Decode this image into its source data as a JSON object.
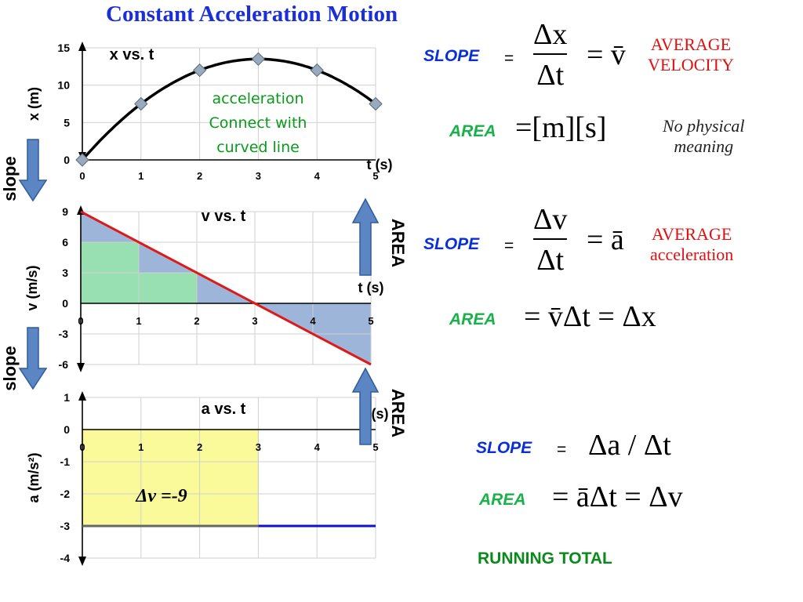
{
  "title": "Constant Acceleration Motion",
  "charts": {
    "x": {
      "axes": {
        "label_x": "t (s)",
        "label_y": "x (m)"
      },
      "title": "x vs. t",
      "annotation": [
        "acceleration",
        "Connect with",
        "curved line"
      ]
    },
    "v": {
      "axes": {
        "label_x": "t (s)",
        "label_y": "v (m/s)"
      },
      "title": "v vs. t"
    },
    "a": {
      "axes": {
        "label_x": "t (s)",
        "label_y": "a (m/s²)"
      },
      "title": "a vs. t",
      "annotation": "Δv =-9"
    }
  },
  "arrows": {
    "slope": "slope",
    "area": "AREA"
  },
  "colors": {
    "curve": "#000000",
    "marker": "#9aaabd",
    "v_line": "#e01818",
    "area_blue": "#9db5d8",
    "area_green": "#98e0b2",
    "area_yellow": "#fafa9a",
    "a_line": "#1010d0",
    "arrow": "#5c85c4",
    "title": "#1a2fd6"
  },
  "chart_data": [
    {
      "type": "line",
      "title": "x vs. t",
      "xlabel": "t (s)",
      "ylabel": "x (m)",
      "xlim": [
        0,
        5
      ],
      "ylim": [
        0,
        15
      ],
      "xticks": [
        "0",
        "1",
        "2",
        "3",
        "4",
        "5"
      ],
      "yticks": [
        "0",
        "5",
        "10",
        "15"
      ],
      "x": [
        0,
        1,
        2,
        3,
        4,
        5
      ],
      "series": [
        {
          "values": [
            0,
            7.5,
            12,
            13.5,
            12,
            7.5
          ]
        }
      ],
      "grid": true
    },
    {
      "type": "line",
      "title": "v vs. t",
      "xlabel": "t (s)",
      "ylabel": "v (m/s)",
      "xlim": [
        0,
        5
      ],
      "ylim": [
        -6,
        9
      ],
      "xticks": [
        "0",
        "1",
        "2",
        "3",
        "4",
        "5"
      ],
      "yticks": [
        "-6",
        "-3",
        "0",
        "3",
        "6",
        "9"
      ],
      "x": [
        0,
        5
      ],
      "series": [
        {
          "values": [
            9,
            -6
          ]
        }
      ],
      "shaded_area": {
        "x_start": 0,
        "x_end": 5
      },
      "highlight_steps": [
        {
          "x_start": 0,
          "x_end": 1,
          "y_top": 6
        },
        {
          "x_start": 1,
          "x_end": 2,
          "y_top": 3
        }
      ],
      "grid": true
    },
    {
      "type": "line",
      "title": "a vs. t",
      "xlabel": "t (s)",
      "ylabel": "a (m/s²)",
      "xlim": [
        0,
        5
      ],
      "ylim": [
        -4,
        1
      ],
      "xticks": [
        "0",
        "1",
        "2",
        "3",
        "4",
        "5"
      ],
      "yticks": [
        "-4",
        "-3",
        "-2",
        "-1",
        "0",
        "1"
      ],
      "x": [
        0,
        5
      ],
      "series": [
        {
          "values": [
            -3,
            -3
          ]
        }
      ],
      "shaded_area": {
        "x_start": 0,
        "x_end": 3
      },
      "annotation": "Δv =-9",
      "grid": true
    }
  ],
  "equations": {
    "x": {
      "slope_label": "SLOPE",
      "equals": "=",
      "num": "Δx",
      "den": "Δt",
      "rhs": "= v̄",
      "slope_meaning": [
        "AVERAGE",
        "VELOCITY"
      ],
      "area_label": "AREA",
      "area_rhs": "=[m][s]",
      "area_meaning": [
        "No physical",
        "meaning"
      ]
    },
    "v": {
      "slope_label": "SLOPE",
      "equals": "=",
      "num": "Δv",
      "den": "Δt",
      "rhs": "= ā",
      "slope_meaning": [
        "AVERAGE",
        "acceleration"
      ],
      "area_label": "AREA",
      "area_rhs": "= v̄Δt = Δx"
    },
    "a": {
      "slope_label": "SLOPE",
      "equals": "=",
      "slope_rhs": "Δa / Δt",
      "area_label": "AREA",
      "area_rhs": "= āΔt = Δv",
      "area_meaning": "RUNNING TOTAL"
    }
  }
}
